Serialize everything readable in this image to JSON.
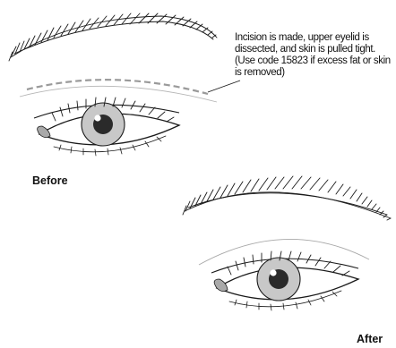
{
  "caption": "Incision is made, upper eyelid is dissected, and skin is pulled tight. (Use code 15823 if excess fat or skin is removed)",
  "before_label": "Before",
  "after_label": "After",
  "colors": {
    "line": "#1a1a1a",
    "incision_dash": "#9a9a9a",
    "lid_fold_after": "#a8a8a8",
    "iris": "#c8c8c8",
    "pupil": "#2a2a2a",
    "caruncle": "#a9a9a9"
  }
}
